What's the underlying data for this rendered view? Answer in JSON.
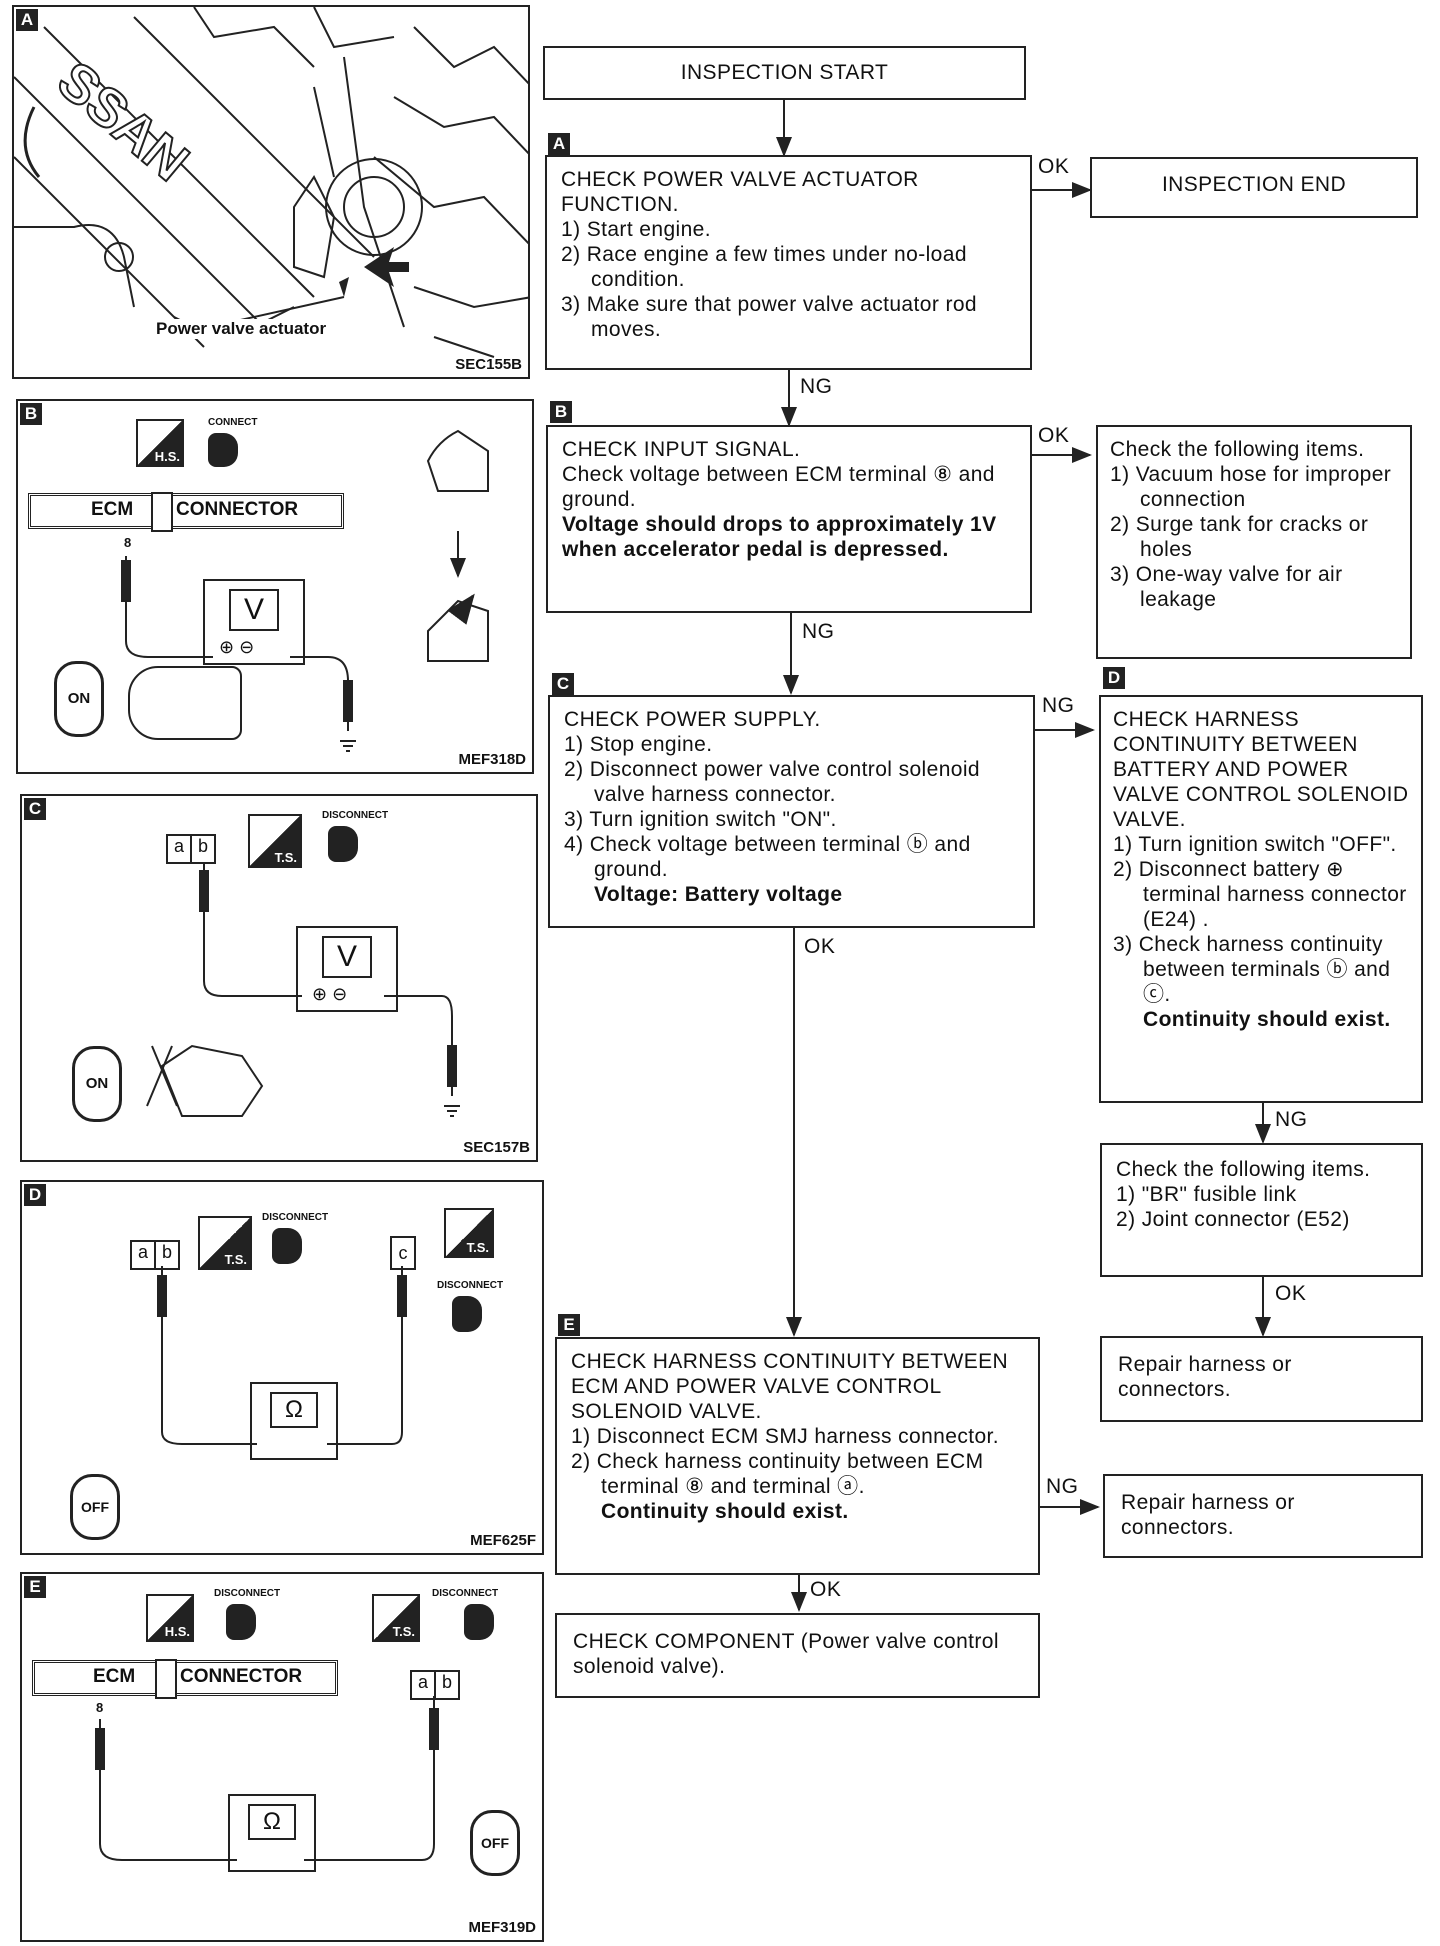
{
  "flow": {
    "start": "INSPECTION START",
    "end": "INSPECTION END",
    "labels": {
      "ok": "OK",
      "ng": "NG"
    },
    "stepA": {
      "tag": "A",
      "title": "CHECK POWER VALVE ACTUATOR FUNCTION.",
      "items": [
        "1) Start engine.",
        "2) Race engine a few times under no-load condition.",
        "3) Make sure that power valve actuator rod moves."
      ]
    },
    "stepB": {
      "tag": "B",
      "title": "CHECK INPUT SIGNAL.",
      "line1": "Check voltage between ECM terminal ⑧ and ground.",
      "bold": "Voltage should drops to approximately 1V when accelerator pedal is depressed."
    },
    "checkB": {
      "title": "Check the following items.",
      "items": [
        "1) Vacuum hose for improper connection",
        "2) Surge tank for cracks or holes",
        "3) One-way valve for air leakage"
      ]
    },
    "stepC": {
      "tag": "C",
      "title": "CHECK POWER SUPPLY.",
      "items": [
        "1) Stop engine.",
        "2) Disconnect power valve control solenoid valve harness connector.",
        "3) Turn ignition switch \"ON\".",
        "4) Check voltage between terminal ⓑ and ground."
      ],
      "bold": "Voltage: Battery voltage"
    },
    "stepD": {
      "tag": "D",
      "title": "CHECK HARNESS CONTINUITY BETWEEN BATTERY AND POWER VALVE CONTROL SOLENOID VALVE.",
      "items": [
        "1) Turn ignition switch \"OFF\".",
        "2) Disconnect battery ⊕ terminal harness connector (E24) .",
        "3) Check harness continuity between terminals ⓑ and ⓒ."
      ],
      "bold": "Continuity should exist."
    },
    "checkD": {
      "title": "Check the following items.",
      "items": [
        "1) \"BR\" fusible link",
        "2) Joint connector (E52)"
      ]
    },
    "repair1": "Repair harness or connectors.",
    "stepE": {
      "tag": "E",
      "title": "CHECK HARNESS CONTINUITY BETWEEN ECM AND POWER VALVE CONTROL SOLENOID VALVE.",
      "items": [
        "1) Disconnect ECM SMJ harness connector.",
        "2) Check harness continuity between ECM terminal ⑧ and terminal ⓐ."
      ],
      "bold": "Continuity should exist."
    },
    "repair2": "Repair harness or connectors.",
    "component": "CHECK COMPONENT (Power valve control solenoid valve)."
  },
  "figures": {
    "A": {
      "tag": "A",
      "brand": "SSAN",
      "callout": "Power valve actuator",
      "ref": "SEC155B"
    },
    "B": {
      "tag": "B",
      "ecm": "ECM",
      "connector": "CONNECTOR",
      "action": "CONNECT",
      "hs": "H.S.",
      "meter": "V",
      "pin": "8",
      "key": "ON",
      "ref": "MEF318D"
    },
    "C": {
      "tag": "C",
      "action": "DISCONNECT",
      "ts": "T.S.",
      "meter": "V",
      "term_a": "a",
      "term_b": "b",
      "key": "ON",
      "ref": "SEC157B"
    },
    "D": {
      "tag": "D",
      "action": "DISCONNECT",
      "ts": "T.S.",
      "meter": "Ω",
      "term_a": "a",
      "term_b": "b",
      "term_c": "c",
      "key": "OFF",
      "ref": "MEF625F"
    },
    "E": {
      "tag": "E",
      "action": "DISCONNECT",
      "hs": "H.S.",
      "ts": "T.S.",
      "ecm": "ECM",
      "connector": "CONNECTOR",
      "meter": "Ω",
      "pin": "8",
      "term_a": "a",
      "term_b": "b",
      "key": "OFF",
      "ref": "MEF319D"
    }
  }
}
